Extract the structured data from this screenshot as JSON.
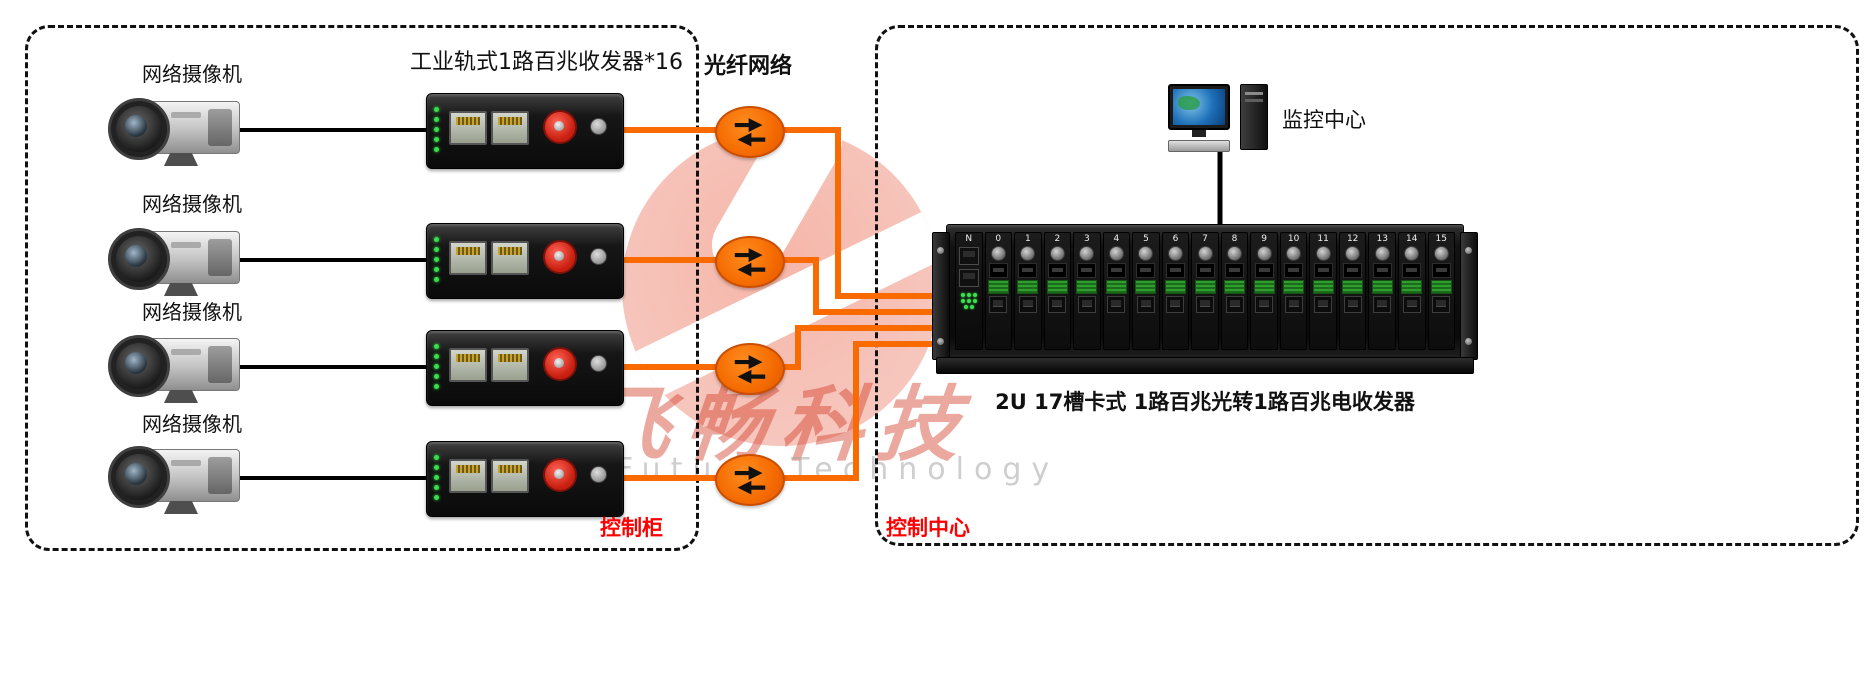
{
  "titles": {
    "converter_group": "工业轨式1路百兆收发器*16",
    "fiber_network": "光纤网络",
    "rack": "2U 17槽卡式 1路百兆光转1路百兆电收发器",
    "left_zone": "控制柜",
    "right_zone": "控制中心",
    "monitor": "监控中心"
  },
  "cameras": [
    {
      "label": "网络摄像机"
    },
    {
      "label": "网络摄像机"
    },
    {
      "label": "网络摄像机"
    },
    {
      "label": "网络摄像机"
    }
  ],
  "rack": {
    "slots": [
      "N",
      "0",
      "1",
      "2",
      "3",
      "4",
      "5",
      "6",
      "7",
      "8",
      "9",
      "10",
      "11",
      "12",
      "13",
      "14",
      "15"
    ]
  },
  "watermark": {
    "cn": "飞畅科技",
    "en": "Future Technology"
  },
  "colors": {
    "fiber_line": "#f96a00",
    "wire_black": "#000000",
    "zone_label": "#ff0000"
  }
}
